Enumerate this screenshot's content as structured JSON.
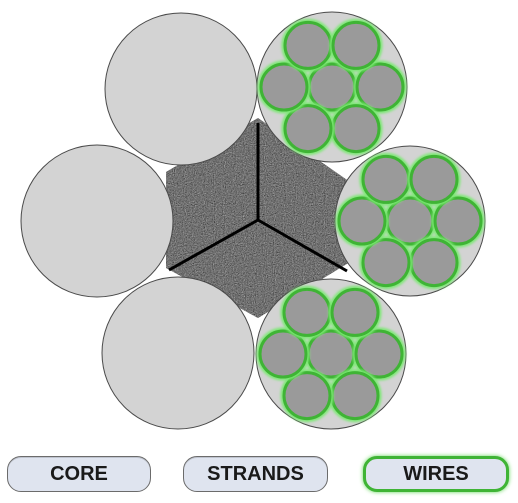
{
  "buttons": {
    "core": "CORE",
    "strands": "STRANDS",
    "wires": "WIRES"
  },
  "selected": "wires",
  "colors": {
    "strand_fill": "#d3d3d3",
    "wire_fill": "#9a9a9a",
    "highlight": "#3fb435",
    "core_fill": "#4d4d4d",
    "button_bg": "#dfe4ef"
  }
}
